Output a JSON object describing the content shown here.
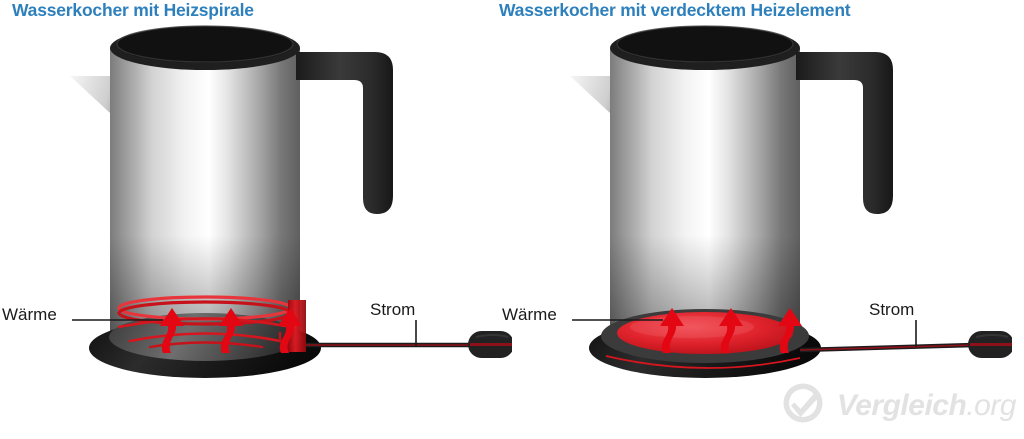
{
  "page": {
    "background": "#ffffff",
    "accent_blue": "#2e80bd",
    "heat_red": "#e30613",
    "label_color": "#1a1a1a",
    "watermark_color": "#e2e2e2"
  },
  "panels": [
    {
      "id": "left",
      "title": "Wasserkocher mit Heizspirale",
      "heating_type": "exposed-coil",
      "labels": {
        "heat": "Wärme",
        "power": "Strom"
      }
    },
    {
      "id": "right",
      "title": "Wasserkocher mit verdecktem Heizelement",
      "heating_type": "concealed-plate",
      "labels": {
        "heat": "Wärme",
        "power": "Strom"
      }
    }
  ],
  "watermark": {
    "brand": "Vergleich",
    "tld": ".org",
    "icon": "check-circle-icon"
  }
}
